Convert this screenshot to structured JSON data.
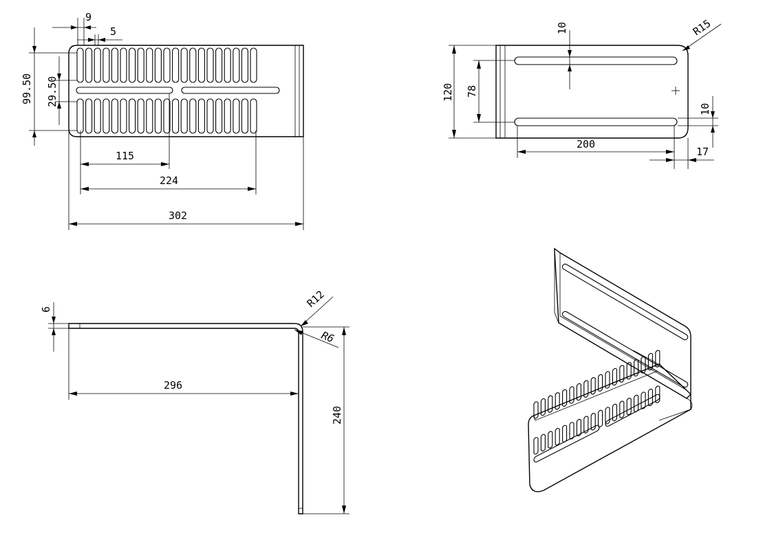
{
  "colors": {
    "line": "#000000",
    "background": "#ffffff"
  },
  "views": {
    "top_view": {
      "dims": {
        "slot_pitch": "9",
        "slot_width": "5",
        "slot_block_height": "99.50",
        "slot_length": "29.50",
        "center_slot_a": "115",
        "center_slot_b": "224",
        "overall_length": "302"
      }
    },
    "side_plate_view": {
      "dims": {
        "slot_width": "10",
        "corner_radius": "R15",
        "height": "120",
        "slot_spacing": "78",
        "slot_width_2": "10",
        "slot_length": "200",
        "end_offset": "17"
      }
    },
    "front_view": {
      "dims": {
        "thickness": "6",
        "outer_radius": "R12",
        "inner_radius": "R6",
        "horizontal_length": "296",
        "vertical_height": "240"
      }
    },
    "isometric_view": {}
  }
}
